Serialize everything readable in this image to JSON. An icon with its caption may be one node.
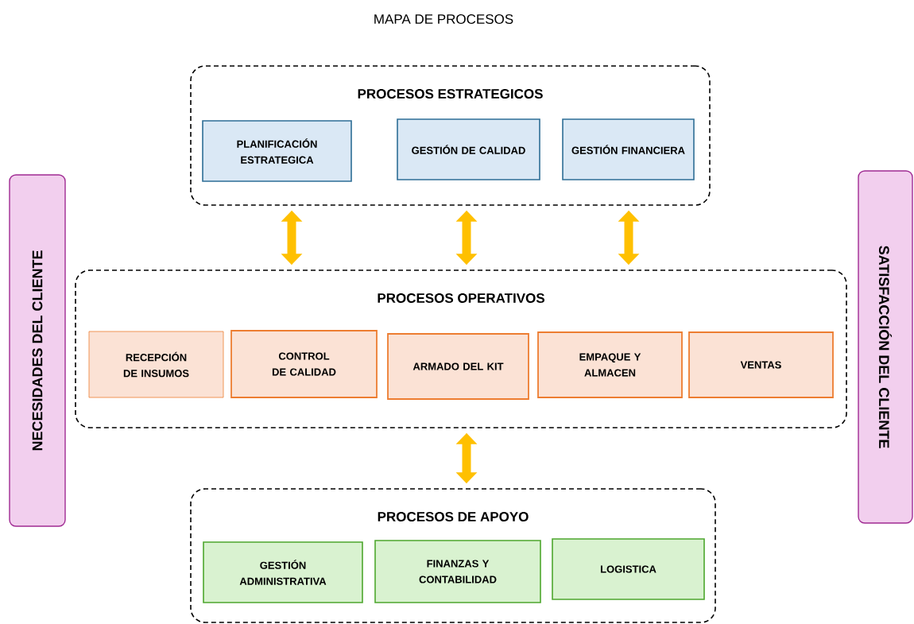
{
  "diagram": {
    "title": "MAPA DE PROCESOS",
    "nodes": [
      {
        "text": [
          "PROCESOS ESTRATEGICOS"
        ]
      },
      {
        "text": [
          "PLANIFICACIÓN ESTRATEGICA"
        ],
        "in": 0
      },
      {
        "text": [
          "GESTIÓN DE CALIDAD"
        ],
        "in": 0
      },
      {
        "text": [
          "GESTIÓN FINANCIERA"
        ],
        "in": 0
      },
      {
        "text": [
          "PROCESOS OPERATIVOS"
        ]
      },
      {
        "text": [
          "RECEPCIÓN DE INSUMOS"
        ],
        "in": 4
      },
      {
        "text": [
          "CONTROL DE CALIDAD"
        ],
        "in": 4
      },
      {
        "text": [
          "ARMADO DEL KIT"
        ],
        "in": 4
      },
      {
        "text": [
          "EMPAQUE Y ALMACEN"
        ],
        "in": 4
      },
      {
        "text": [
          "VENTAS"
        ],
        "in": 4
      },
      {
        "text": [
          "PROCESOS DE APOYO"
        ]
      },
      {
        "text": [
          "GESTIÓN ADMINISTRATIVA"
        ],
        "in": 10
      },
      {
        "text": [
          "FINANZAS Y CONTABILIDAD"
        ],
        "in": 10
      },
      {
        "text": [
          "LOGISTICA"
        ],
        "in": 10
      },
      {
        "text": [
          "NECESIDADES DEL CLIENTE"
        ]
      },
      {
        "text": [
          "SATISFACCIÓN DEL CLIENTE"
        ]
      }
    ],
    "edges": [
      {
        "from": 0,
        "to": 4,
        "arrow": "both"
      },
      {
        "from": 0,
        "to": 4,
        "arrow": "both"
      },
      {
        "from": 0,
        "to": 4,
        "arrow": "both"
      },
      {
        "from": 4,
        "to": 10,
        "arrow": "both"
      }
    ]
  }
}
